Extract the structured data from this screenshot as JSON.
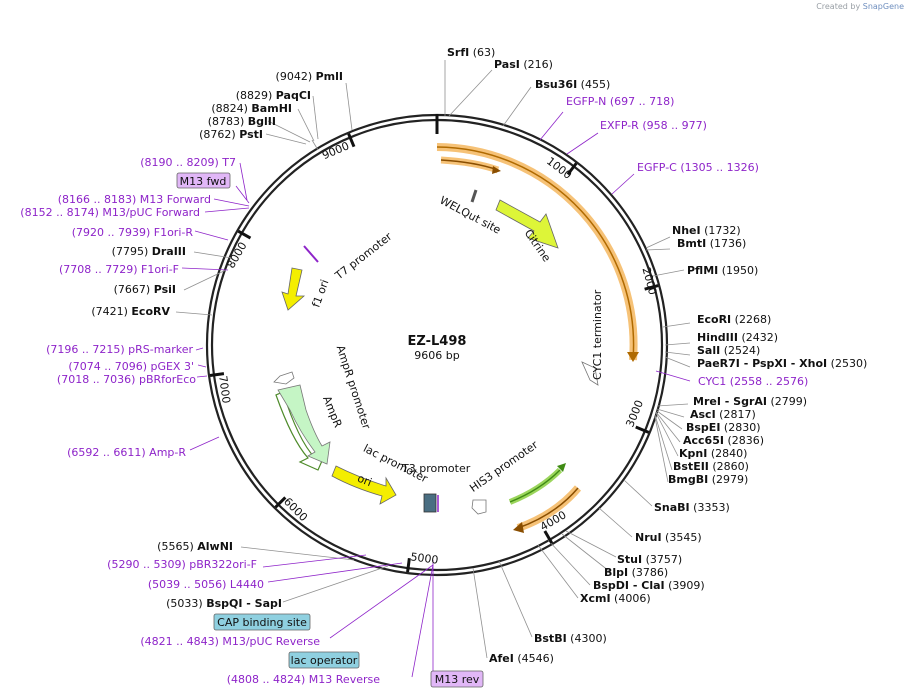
{
  "watermark": {
    "prefix": "Created by",
    "brand": "SnapGene"
  },
  "plasmid": {
    "name": "EZ-L498",
    "length_label": "9606 bp"
  },
  "colors": {
    "backbone": "#222222",
    "enzyme_line": "#909090",
    "primer": "#8e24c9",
    "orange_feature": "#f2a93b",
    "yellow_feature": "#f4ee00",
    "yellowgreen_feature": "#ddf538",
    "mint_feature": "#c5f5c5",
    "green_arrow": "#3f8b14",
    "cap_box": "#8fd0e0",
    "lac_box": "#8fd0e0",
    "m13_box": "#e1b7f7"
  },
  "ticks": [
    "1000",
    "2000",
    "3000",
    "4000",
    "5000",
    "6000",
    "7000",
    "8000",
    "9000"
  ],
  "enzymes": [
    {
      "name": "SrfI",
      "pos": "(63)"
    },
    {
      "name": "PasI",
      "pos": "(216)"
    },
    {
      "name": "Bsu36I",
      "pos": "(455)"
    },
    {
      "name": "NheI",
      "pos": "(1732)"
    },
    {
      "name": "BmtI",
      "pos": "(1736)"
    },
    {
      "name": "PflMI",
      "pos": "(1950)"
    },
    {
      "name": "EcoRI",
      "pos": "(2268)"
    },
    {
      "name": "HindIII",
      "pos": "(2432)"
    },
    {
      "name": "SalI",
      "pos": "(2524)"
    },
    {
      "name": "PaeR7I - PspXI - XhoI",
      "pos": "(2530)"
    },
    {
      "name": "MreI - SgrAI",
      "pos": "(2799)"
    },
    {
      "name": "AscI",
      "pos": "(2817)"
    },
    {
      "name": "BspEI",
      "pos": "(2830)"
    },
    {
      "name": "Acc65I",
      "pos": "(2836)"
    },
    {
      "name": "KpnI",
      "pos": "(2840)"
    },
    {
      "name": "BstEII",
      "pos": "(2860)"
    },
    {
      "name": "BmgBI",
      "pos": "(2979)"
    },
    {
      "name": "SnaBI",
      "pos": "(3353)"
    },
    {
      "name": "NruI",
      "pos": "(3545)"
    },
    {
      "name": "StuI",
      "pos": "(3757)"
    },
    {
      "name": "BlpI",
      "pos": "(3786)"
    },
    {
      "name": "BspDI - ClaI",
      "pos": "(3909)"
    },
    {
      "name": "XcmI",
      "pos": "(4006)"
    },
    {
      "name": "BstBI",
      "pos": "(4300)"
    },
    {
      "name": "AfeI",
      "pos": "(4546)"
    },
    {
      "name": "BspQI - SapI",
      "pos": "(5033)"
    },
    {
      "name": "AlwNI",
      "pos": "(5565)"
    },
    {
      "name": "EcoRV",
      "pos": "(7421)"
    },
    {
      "name": "PsiI",
      "pos": "(7667)"
    },
    {
      "name": "DraIII",
      "pos": "(7795)"
    },
    {
      "name": "PstI",
      "pos": "(8762)"
    },
    {
      "name": "BglII",
      "pos": "(8783)"
    },
    {
      "name": "BamHI",
      "pos": "(8824)"
    },
    {
      "name": "PaqCI",
      "pos": "(8829)"
    },
    {
      "name": "PmlI",
      "pos": "(9042)"
    }
  ],
  "primers": [
    {
      "name": "EGFP-N",
      "range": "(697 .. 718)"
    },
    {
      "name": "EXFP-R",
      "range": "(958 .. 977)"
    },
    {
      "name": "EGFP-C",
      "range": "(1305 .. 1326)"
    },
    {
      "name": "CYC1",
      "range": "(2558 .. 2576)"
    },
    {
      "name": "M13 Reverse",
      "range": "(4808 .. 4824)"
    },
    {
      "name": "M13/pUC Reverse",
      "range": "(4821 .. 4843)"
    },
    {
      "name": "L4440",
      "range": "(5039 .. 5056)"
    },
    {
      "name": "pBR322ori-F",
      "range": "(5290 .. 5309)"
    },
    {
      "name": "Amp-R",
      "range": "(6592 .. 6611)"
    },
    {
      "name": "pBRforEco",
      "range": "(7018 .. 7036)"
    },
    {
      "name": "pGEX 3'",
      "range": "(7074 .. 7096)"
    },
    {
      "name": "pRS-marker",
      "range": "(7196 .. 7215)"
    },
    {
      "name": "F1ori-F",
      "range": "(7708 .. 7729)"
    },
    {
      "name": "F1ori-R",
      "range": "(7920 .. 7939)"
    },
    {
      "name": "M13/pUC Forward",
      "range": "(8152 .. 8174)"
    },
    {
      "name": "M13 Forward",
      "range": "(8166 .. 8183)"
    },
    {
      "name": "T7",
      "range": "(8190 .. 8209)"
    }
  ],
  "boxes": {
    "m13_fwd": "M13 fwd",
    "cap": "CAP binding site",
    "lac": "lac operator",
    "m13_rev": "M13 rev"
  },
  "features": {
    "welqut": "WELQut site",
    "citrine": "Citrine",
    "cyc1": "CYC1 terminator",
    "his3": "HIS3 promoter",
    "t3": "T3 promoter",
    "lac_promoter": "lac promoter",
    "ori": "ori",
    "ampr": "AmpR",
    "ampr_promoter": "AmpR promoter",
    "f1ori": "f1 ori",
    "t7": "T7 promoter"
  }
}
